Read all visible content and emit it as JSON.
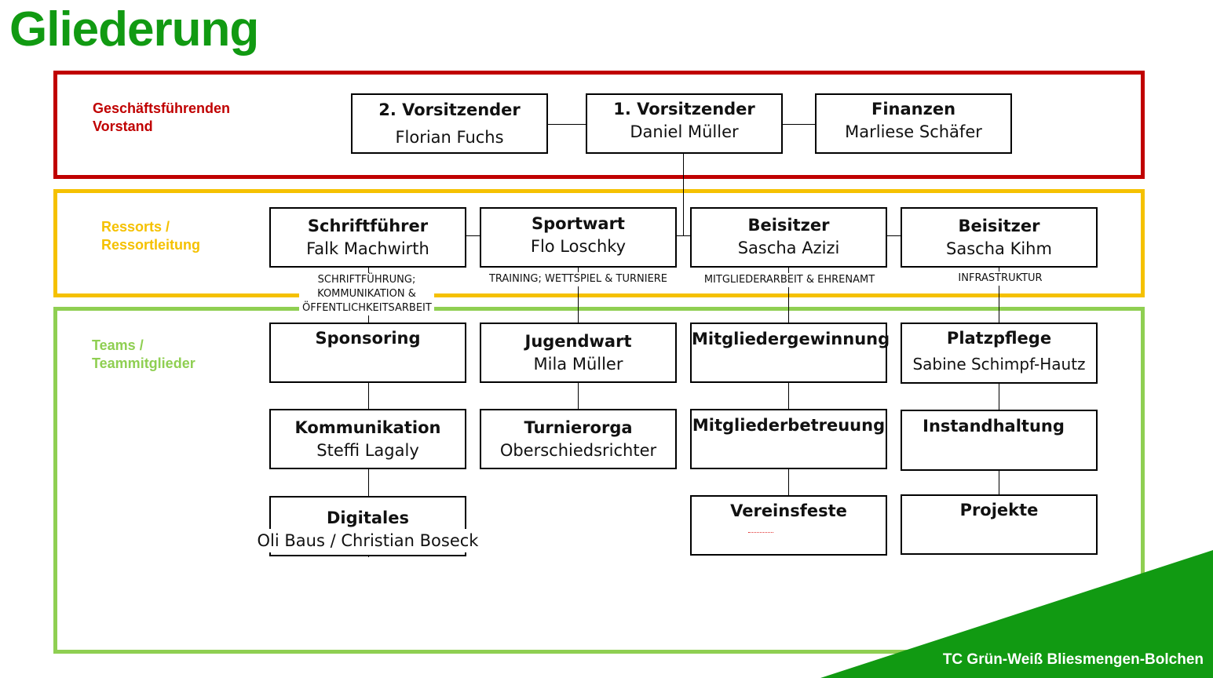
{
  "title": "Gliederung",
  "sections": {
    "vorstand": {
      "label_line1": "Geschäftsführenden",
      "label_line2": "Vorstand",
      "color": "#c00000"
    },
    "ressorts": {
      "label_line1": "Ressorts /",
      "label_line2": "Ressortleitung",
      "color": "#f5c100"
    },
    "teams": {
      "label_line1": "Teams /",
      "label_line2": "Teammitglieder",
      "color": "#8fcf52"
    }
  },
  "vorstand": {
    "second": {
      "title": "2. Vorsitzender",
      "name": "Florian Fuchs"
    },
    "first": {
      "title": "1. Vorsitzender",
      "name": "Daniel Müller"
    },
    "finance": {
      "title": "Finanzen",
      "name": "Marliese Schäfer"
    }
  },
  "ressorts": [
    {
      "title": "Schriftführer",
      "name": "Falk Machwirth",
      "scope_line1": "SCHRIFTFÜHRUNG;",
      "scope_line2": "KOMMUNIKATION &",
      "scope_line3": "ÖFFENTLICHKEITSARBEIT"
    },
    {
      "title": "Sportwart",
      "name": "Flo Loschky",
      "scope": "TRAINING; WETTSPIEL & TURNIERE"
    },
    {
      "title": "Beisitzer",
      "name": "Sascha Azizi",
      "scope": "MITGLIEDERARBEIT & EHRENAMT"
    },
    {
      "title": "Beisitzer",
      "name": "Sascha Kihm",
      "scope": "INFRASTRUKTUR"
    }
  ],
  "teams": {
    "col1": [
      {
        "title": "Sponsoring",
        "name": ""
      },
      {
        "title": "Kommunikation",
        "name": "Steffi Lagaly"
      },
      {
        "title": "Digitales",
        "name": "Oli Baus / Christian Boseck"
      }
    ],
    "col2": [
      {
        "title": "Jugendwart",
        "name": "Mila Müller"
      },
      {
        "title": "Turnierorga",
        "name": "Oberschiedsrichter"
      }
    ],
    "col3": [
      {
        "title": "Mitgliedergewinnung",
        "name": ""
      },
      {
        "title": "Mitgliederbetreuung",
        "name": ""
      },
      {
        "title": "Vereinsfeste",
        "name": ""
      }
    ],
    "col4": [
      {
        "title": "Platzpflege",
        "name": "Sabine Schimpf-Hautz"
      },
      {
        "title": "Instandhaltung",
        "name": ""
      },
      {
        "title": "Projekte",
        "name": ""
      }
    ]
  },
  "footer": "TC Grün-Weiß Bliesmengen-Bolchen",
  "colors": {
    "title": "#119a12",
    "corner": "#119a12"
  }
}
